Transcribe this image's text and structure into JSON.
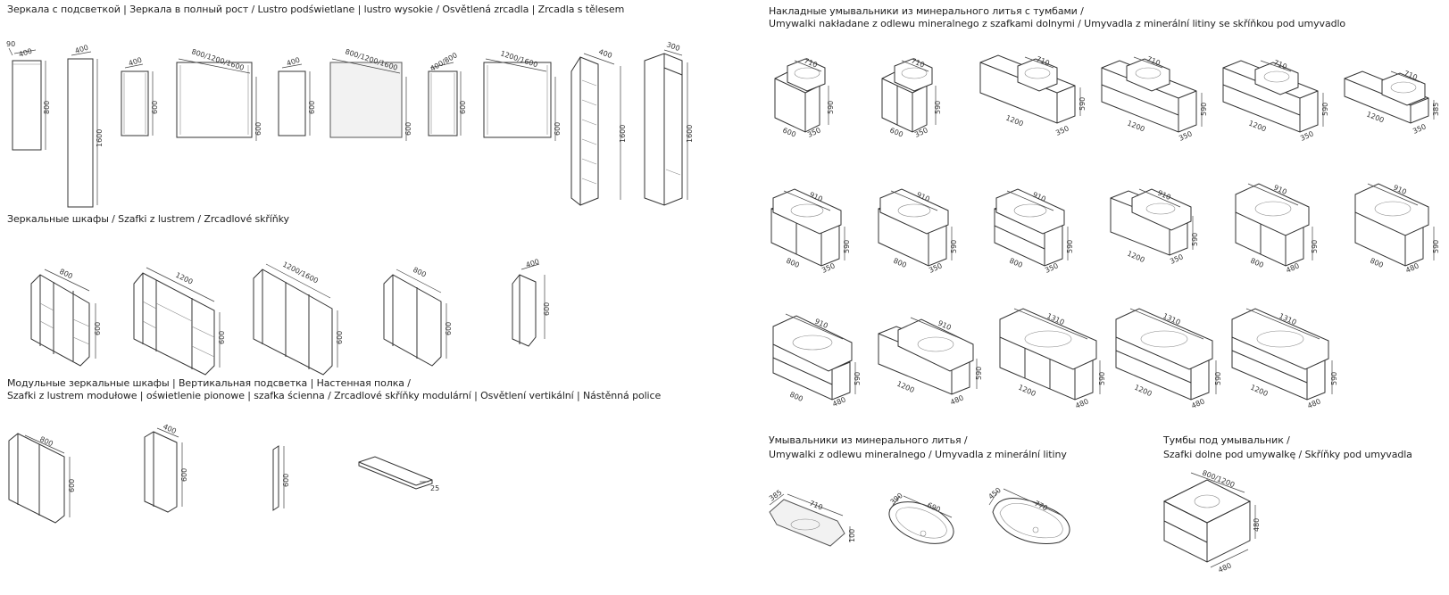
{
  "sections": {
    "mirrors": {
      "title": "Зеркала с подсветкой | Зеркала в полный рост / Lustro podświetlane | lustro wysokie / Osvětlená zrcadla | Zrcadla s tělesem"
    },
    "mirror_cabinets": {
      "title": "Зеркальные шкафы / Szafki z lustrem / Zrcadlové skříňky"
    },
    "modular": {
      "title1": "Модульные зеркальные шкафы | Вертикальная подсветка | Настенная полка /",
      "title2": "Szafki z lustrem modułowe | oświetlenie pionowe | szafka ścienna / Zrcadlové skříňky modulární | Osvětlení vertikální | Nástěnná police"
    },
    "basins_cabinets": {
      "title1": "Накладные умывальники из минерального литья с тумбами /",
      "title2": "Umywalki nakładane z odlewu mineralnego z szafkami dolnymi / Umyvadla z minerální litiny se skříňkou pod umyvadlo"
    },
    "basins": {
      "title1": "Умывальники из минерального литья /",
      "title2": "Umywalki z odlewu mineralnego / Umyvadla z minerální litiny"
    },
    "vanity": {
      "title1": "Тумбы под умывальник /",
      "title2": "Szafki dolne pod umywalkę / Skříňky pod umyvadla"
    }
  },
  "mirror_items": [
    {
      "w": "400",
      "h": "800",
      "d": "90"
    },
    {
      "w": "400",
      "h": "1600"
    },
    {
      "w": "400",
      "h": "600"
    },
    {
      "w": "800/1200/1600",
      "h": "600"
    },
    {
      "w": "400",
      "h": "600"
    },
    {
      "w": "800/1200/1600",
      "h": "600"
    },
    {
      "w": "400/800",
      "h": "600"
    },
    {
      "w": "1200/1600",
      "h": "600"
    },
    {
      "w": "400",
      "h": "1600"
    },
    {
      "w": "300",
      "h": "1600"
    }
  ],
  "cabinet_items": [
    {
      "w": "800",
      "h": "600"
    },
    {
      "w": "1200",
      "h": "600"
    },
    {
      "w": "1200/1600",
      "h": "600"
    },
    {
      "w": "800",
      "h": "600"
    },
    {
      "w": "400",
      "h": "600"
    }
  ],
  "modular_items": [
    {
      "w": "800",
      "h": "600"
    },
    {
      "w": "400",
      "h": "600"
    },
    {
      "h": "600"
    },
    {
      "t": "25"
    }
  ],
  "basin_cabinet_rows": [
    [
      {
        "bw": "710",
        "w": "600",
        "d": "350",
        "h": "590"
      },
      {
        "bw": "710",
        "w": "600",
        "d": "350",
        "h": "590"
      },
      {
        "bw": "710",
        "w": "1200",
        "d": "350",
        "h": "590"
      },
      {
        "bw": "710",
        "w": "1200",
        "d": "350",
        "h": "590"
      },
      {
        "bw": "710",
        "w": "1200",
        "d": "350",
        "h": "590"
      },
      {
        "bw": "710",
        "w": "1200",
        "d": "350",
        "h": "385"
      }
    ],
    [
      {
        "bw": "910",
        "w": "800",
        "d": "350",
        "h": "590"
      },
      {
        "bw": "910",
        "w": "800",
        "d": "350",
        "h": "590"
      },
      {
        "bw": "910",
        "w": "800",
        "d": "350",
        "h": "590"
      },
      {
        "bw": "910",
        "w": "1200",
        "d": "350",
        "h": "590"
      },
      {
        "bw": "910",
        "w": "800",
        "d": "480",
        "h": "590"
      },
      {
        "bw": "910",
        "w": "800",
        "d": "480",
        "h": "590"
      }
    ],
    [
      {
        "bw": "910",
        "w": "800",
        "d": "480",
        "h": "590"
      },
      {
        "bw": "910",
        "w": "1200",
        "d": "480",
        "h": "590"
      },
      {
        "bw": "1310",
        "w": "1200",
        "d": "480",
        "h": "590"
      },
      {
        "bw": "1310",
        "w": "1200",
        "d": "480",
        "h": "590"
      },
      {
        "bw": "1310",
        "w": "1200",
        "d": "480",
        "h": "590"
      }
    ]
  ],
  "basin_items": [
    {
      "d": "385",
      "w": "710",
      "h": "100"
    },
    {
      "d": "390",
      "w": "690"
    },
    {
      "d": "450",
      "w": "770"
    }
  ],
  "vanity_item": {
    "w": "800/1200",
    "h": "480",
    "d": "480"
  }
}
